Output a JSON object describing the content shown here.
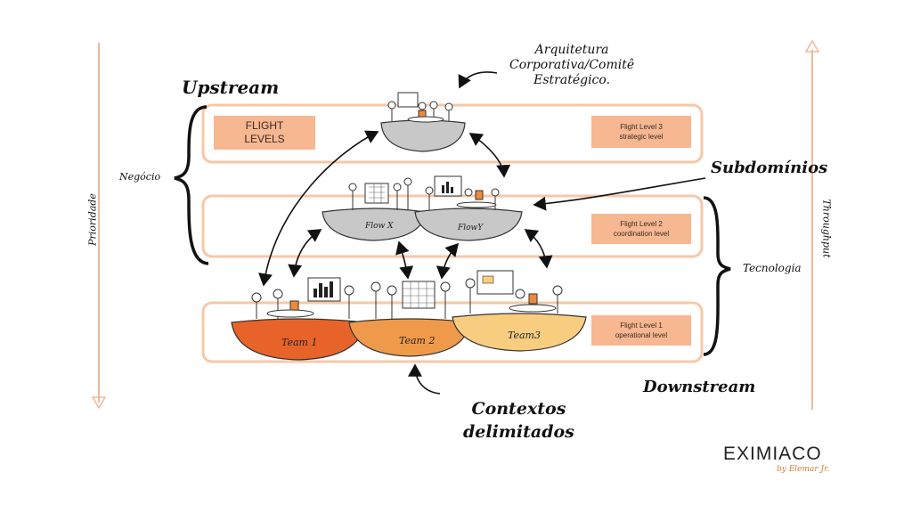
{
  "labels": {
    "upstream": "Upstream",
    "downstream": "Downstream",
    "arquitetura": [
      "Arquitetura",
      "Corporativa/Comitê",
      "Estratégico."
    ],
    "subdominios": "Subdomínios",
    "contextos": [
      "Contextos",
      "delimitados"
    ],
    "negocio": "Negócio",
    "tecnologia": "Tecnologia",
    "prioridade": "Prioridade",
    "throughput": "Throughput"
  },
  "flight_levels_box": [
    "FLIGHT",
    "LEVELS"
  ],
  "levels": [
    {
      "line1": "Flight Level 3",
      "line2": "strategic level"
    },
    {
      "line1": "Flight Level 2",
      "line2": "coordination level"
    },
    {
      "line1": "Flight Level 1",
      "line2": "operational level"
    }
  ],
  "bowls": {
    "flow_x": "Flow X",
    "flow_y": "FlowY",
    "team1": "Team 1",
    "team2": "Team 2",
    "team3": "Team3"
  },
  "logo": {
    "main": "EXIMIACO",
    "sub": "by Elemar Jr."
  },
  "colors": {
    "band": "#f6c8a8",
    "box": "#f6b791",
    "team1": "#e8632a",
    "team2": "#ef9a4a",
    "team3": "#f9cd80",
    "bowl_gray": "#c8c8c8"
  }
}
